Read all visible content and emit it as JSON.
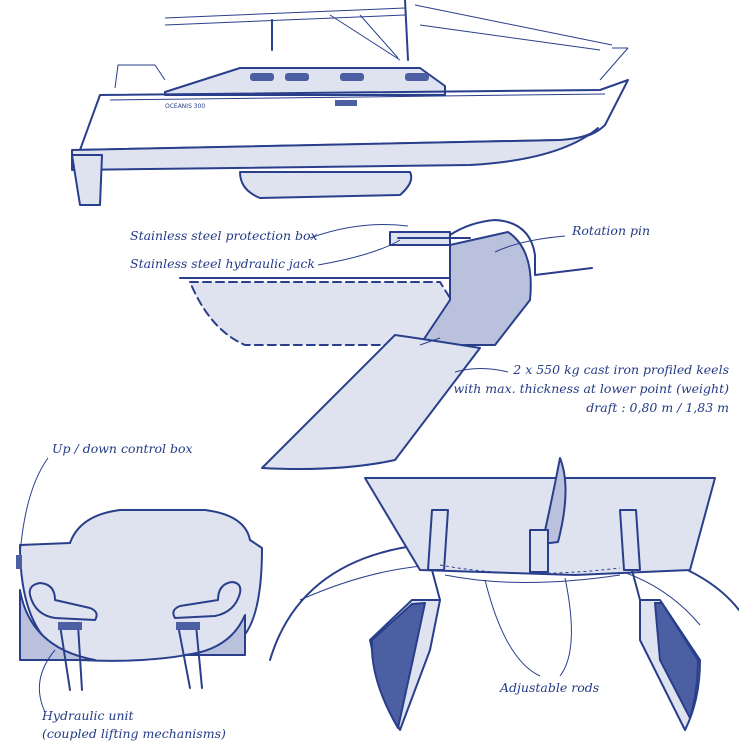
{
  "labels": {
    "protection_box": "Stainless steel protection box",
    "hydraulic_jack": "Stainless steel  hydraulic jack",
    "rotation_pin": "Rotation pin",
    "keels_line1": "2 x 550 kg cast iron profiled keels",
    "keels_line2": "with max. thickness at lower point (weight)",
    "keels_line3": "draft : 0,80 m / 1,83 m",
    "control_box": "Up / down control box",
    "hydraulic_unit_line1": "Hydraulic unit",
    "hydraulic_unit_line2": "(coupled lifting mechanisms)",
    "adjustable_rods": "Adjustable rods",
    "hull_name": "OCEANIS 300"
  },
  "colors": {
    "ink": "#2a3f8c",
    "fill_light": "#dfe3f0",
    "fill_mid": "#b9c1dd",
    "fill_dark": "#4d5fa3"
  }
}
